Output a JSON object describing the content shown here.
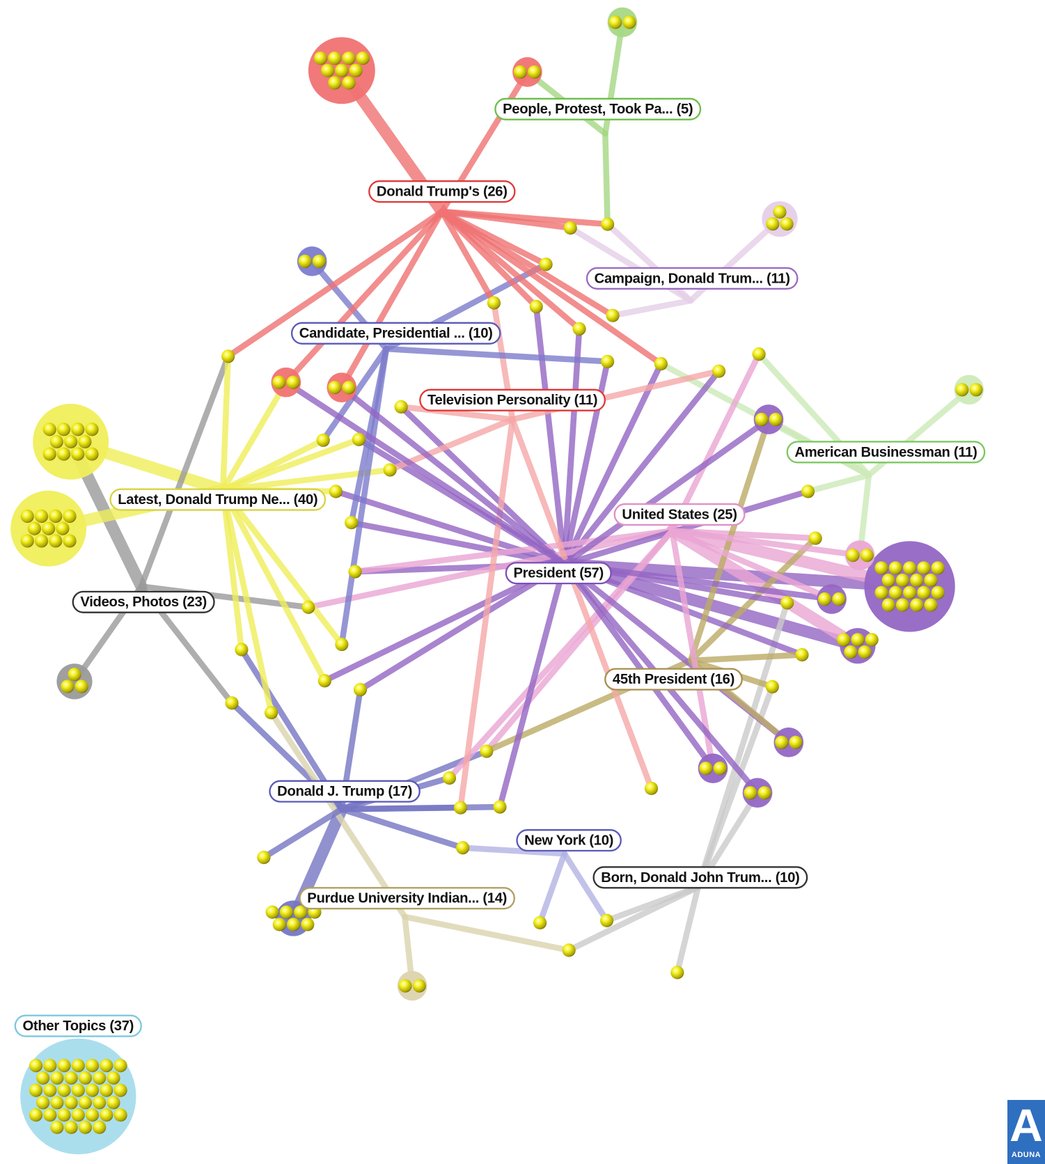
{
  "clusters": {
    "red": {
      "label": "Donald Trump's (26)",
      "color": "#f07272",
      "border": "#e03a3a"
    },
    "green": {
      "label": "People, Protest, Took Pa... (5)",
      "color": "#a6d884",
      "border": "#6cbf4a"
    },
    "campaign": {
      "label": "Campaign, Donald Trum... (11)",
      "color": "#e6cfe8",
      "border": "#9a6cc0"
    },
    "candidate": {
      "label": "Candidate, Presidential ... (10)",
      "color": "#7c7ccc",
      "border": "#5a5ab8"
    },
    "tv": {
      "label": "Television Personality (11)",
      "color": "#f6a8a8",
      "border": "#e03a3a"
    },
    "amb": {
      "label": "American Businessman (11)",
      "color": "#cdeab8",
      "border": "#7cc860"
    },
    "yellow": {
      "label": "Latest, Donald Trump Ne... (40)",
      "color": "#f0ee5a",
      "border": "#d8d240"
    },
    "us": {
      "label": "United States (25)",
      "color": "#eaa6d4",
      "border": "#e090c8"
    },
    "pres": {
      "label": "President (57)",
      "color": "#9466c4",
      "border": "#8050b8"
    },
    "gray": {
      "label": "Videos, Photos (23)",
      "color": "#9a9a9a",
      "border": "#333333"
    },
    "th45": {
      "label": "45th President (16)",
      "color": "#bcab66",
      "border": "#a89050"
    },
    "djt": {
      "label": "Donald J. Trump (17)",
      "color": "#7676c4",
      "border": "#5a5ab8"
    },
    "ny": {
      "label": "New York (10)",
      "color": "#b4b4e4",
      "border": "#5a5ab8"
    },
    "born": {
      "label": "Born, Donald John Trum... (10)",
      "color": "#cbcbcb",
      "border": "#333333"
    },
    "purdue": {
      "label": "Purdue University Indian... (14)",
      "color": "#dcd4ae",
      "border": "#b0a060"
    },
    "other": {
      "label": "Other Topics (37)",
      "color": "#a6dcec",
      "border": "#7cc8e0"
    }
  },
  "logo": {
    "letter": "A",
    "name": "ADUNA",
    "color": "#2f6fc0"
  },
  "node_color": "#f2f020"
}
